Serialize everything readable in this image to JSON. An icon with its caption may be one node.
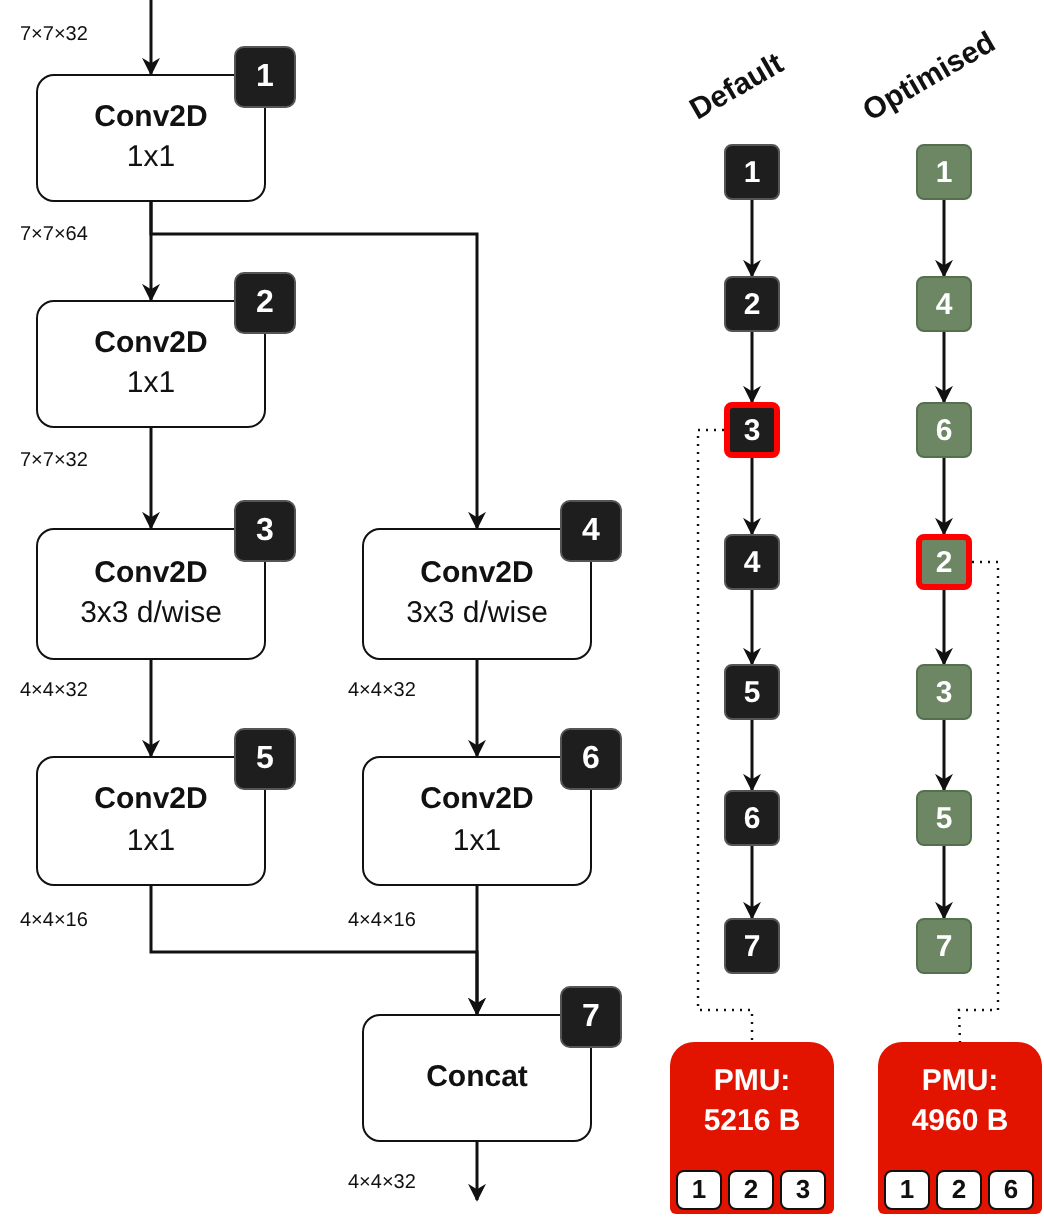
{
  "diagram": {
    "nodes": [
      {
        "text": [
          "Conv2D",
          "1x1",
          "1"
        ]
      },
      {
        "text": [
          "Conv2D",
          "1x1",
          "2"
        ]
      },
      {
        "text": [
          "Conv2D",
          "3x3 d/wise",
          "3"
        ]
      },
      {
        "text": [
          "Conv2D",
          "3x3 d/wise",
          "4"
        ]
      },
      {
        "text": [
          "Conv2D",
          "1x1",
          "5"
        ]
      },
      {
        "text": [
          "Conv2D",
          "1x1",
          "6"
        ]
      },
      {
        "text": [
          "Concat",
          "7"
        ]
      },
      {
        "text": [
          "1"
        ]
      },
      {
        "text": [
          "2"
        ]
      },
      {
        "text": [
          "3"
        ]
      },
      {
        "text": [
          "4"
        ]
      },
      {
        "text": [
          "5"
        ]
      },
      {
        "text": [
          "6"
        ]
      },
      {
        "text": [
          "7"
        ]
      },
      {
        "text": [
          "1"
        ]
      },
      {
        "text": [
          "4"
        ]
      },
      {
        "text": [
          "6"
        ]
      },
      {
        "text": [
          "2"
        ]
      },
      {
        "text": [
          "3"
        ]
      },
      {
        "text": [
          "5"
        ]
      },
      {
        "text": [
          "7"
        ]
      },
      {
        "text": [
          "PMU: 5216 B"
        ]
      },
      {
        "text": [
          "1"
        ],
        "in": 21
      },
      {
        "text": [
          "2"
        ],
        "in": 21
      },
      {
        "text": [
          "3"
        ],
        "in": 21
      },
      {
        "text": [
          "PMU: 4960 B"
        ]
      },
      {
        "text": [
          "1"
        ],
        "in": 25
      },
      {
        "text": [
          "2"
        ],
        "in": 25
      },
      {
        "text": [
          "6"
        ],
        "in": 25
      }
    ],
    "edges": [
      {
        "from": null,
        "to": 0,
        "arrow": "to",
        "label": "7×7×32"
      },
      {
        "from": 0,
        "to": 1,
        "arrow": "to",
        "label": "7×7×64"
      },
      {
        "from": 0,
        "to": 3,
        "arrow": "to"
      },
      {
        "from": 1,
        "to": 2,
        "arrow": "to",
        "label": "7×7×32"
      },
      {
        "from": 2,
        "to": 4,
        "arrow": "to",
        "label": "4×4×32"
      },
      {
        "from": 3,
        "to": 5,
        "arrow": "to",
        "label": "4×4×32"
      },
      {
        "from": 4,
        "to": 6,
        "arrow": "to",
        "label": "4×4×16"
      },
      {
        "from": 5,
        "to": 6,
        "arrow": "to",
        "label": "4×4×16"
      },
      {
        "from": 6,
        "to": null,
        "arrow": "to",
        "label": "4×4×32"
      },
      {
        "from": 7,
        "to": 8,
        "arrow": "to"
      },
      {
        "from": 8,
        "to": 9,
        "arrow": "to"
      },
      {
        "from": 9,
        "to": 10,
        "arrow": "to"
      },
      {
        "from": 10,
        "to": 11,
        "arrow": "to"
      },
      {
        "from": 11,
        "to": 12,
        "arrow": "to"
      },
      {
        "from": 12,
        "to": 13,
        "arrow": "to"
      },
      {
        "from": 14,
        "to": 15,
        "arrow": "to"
      },
      {
        "from": 15,
        "to": 16,
        "arrow": "to"
      },
      {
        "from": 16,
        "to": 17,
        "arrow": "to"
      },
      {
        "from": 17,
        "to": 18,
        "arrow": "to"
      },
      {
        "from": 18,
        "to": 19,
        "arrow": "to"
      },
      {
        "from": 19,
        "to": 20,
        "arrow": "to"
      },
      {
        "from": 9,
        "to": 21,
        "arrow": "none",
        "style": "dashed"
      },
      {
        "from": 17,
        "to": 25,
        "arrow": "none",
        "style": "dashed"
      }
    ],
    "labels": [
      "Default",
      "Optimised"
    ]
  }
}
